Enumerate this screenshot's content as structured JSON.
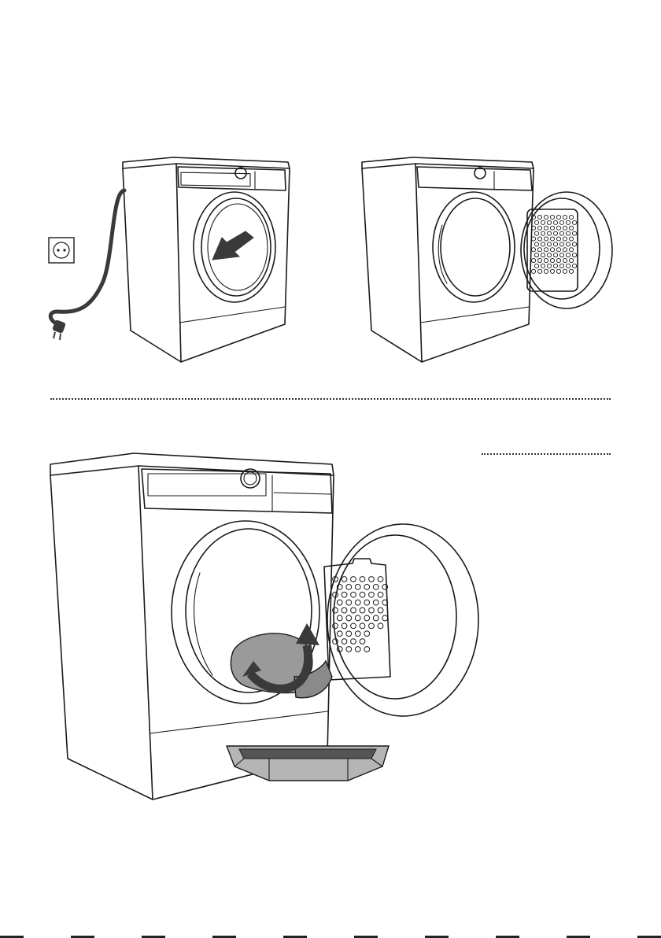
{
  "figures": [
    {
      "name": "step-1",
      "content": "dryer-unplugged",
      "icon": "wall-socket-icon"
    },
    {
      "name": "step-2",
      "content": "dryer-door-open-with-filter"
    },
    {
      "name": "step-3",
      "content": "drain-water-tilt-filter-into-basin",
      "icon": "rotate-arrow-icon"
    }
  ],
  "colors": {
    "line": "#1a1a1a",
    "arrow": "#3a3a3a",
    "filter_fill": "#9a9a9a",
    "basin_fill": "#b5b5b5",
    "water": "#555555"
  }
}
